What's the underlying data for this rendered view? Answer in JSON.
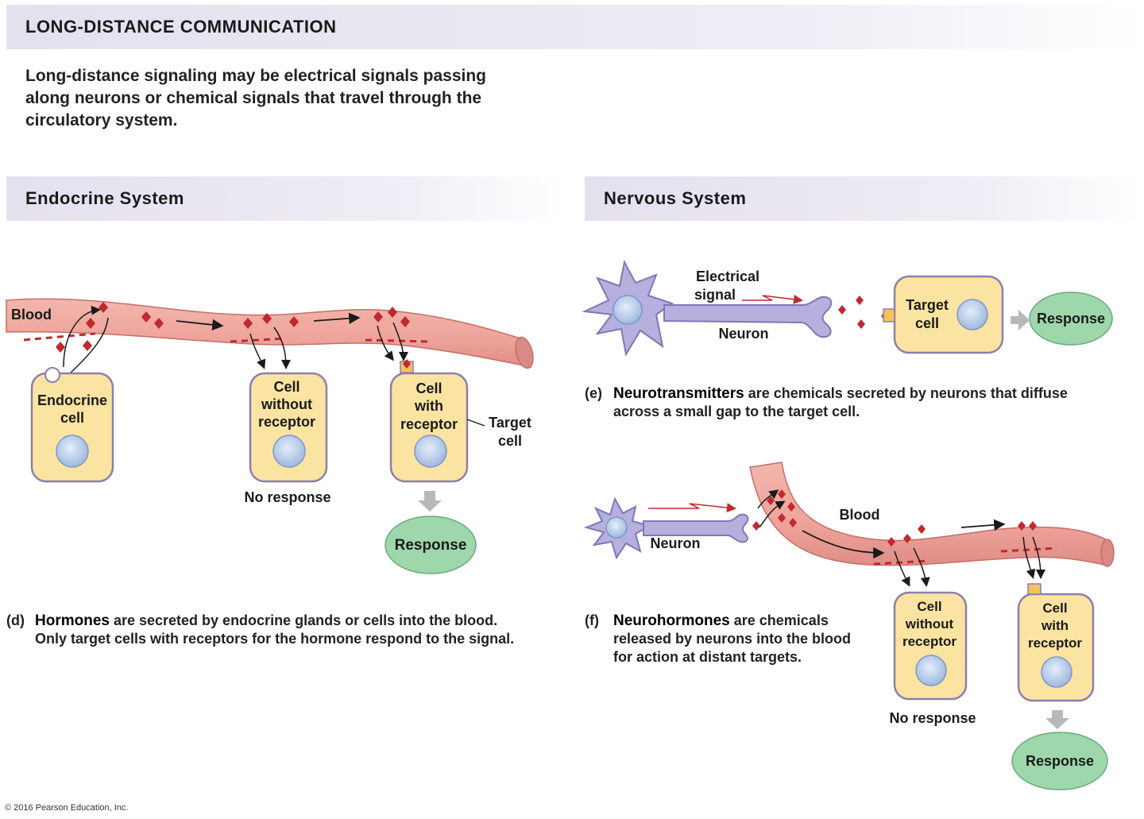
{
  "title": "LONG-DISTANCE  COMMUNICATION",
  "intro_lines": [
    "Long-distance signaling may be electrical signals passing",
    "along neurons or chemical signals that travel through the",
    "circulatory system."
  ],
  "endocrine": {
    "header": "Endocrine System",
    "blood_label": "Blood",
    "endocrine_cell": [
      "Endocrine",
      "cell"
    ],
    "cell_without_receptor": [
      "Cell",
      "without",
      "receptor"
    ],
    "cell_with_receptor": [
      "Cell",
      "with",
      "receptor"
    ],
    "target_cell": [
      "Target",
      "cell"
    ],
    "no_response": "No response",
    "response": "Response",
    "caption_label": "(d)",
    "caption_term": "Hormones",
    "caption_rest": " are secreted by endocrine glands or cells into the blood.",
    "caption_line2": "Only target cells with receptors for the hormone respond to the signal."
  },
  "nervous": {
    "header": "Nervous System",
    "electrical_signal": [
      "Electrical",
      "signal"
    ],
    "neuron_label": "Neuron",
    "target_cell": [
      "Target",
      "cell"
    ],
    "response": "Response",
    "caption_e_label": "(e)",
    "caption_e_term": "Neurotransmitters",
    "caption_e_rest": " are chemicals secreted by neurons that diffuse",
    "caption_e_line2": "across a small gap to the target cell.",
    "neuron2_label": "Neuron",
    "blood_label": "Blood",
    "cell_without_receptor": [
      "Cell",
      "without",
      "receptor"
    ],
    "cell_with_receptor": [
      "Cell",
      "with",
      "receptor"
    ],
    "no_response": "No response",
    "response2": "Response",
    "caption_f_label": "(f)",
    "caption_f_term": "Neurohormones",
    "caption_f_rest": " are chemicals",
    "caption_f_line2": "released by neurons into the blood",
    "caption_f_line3": "for action at distant targets."
  },
  "copyright": "© 2016 Pearson Education, Inc.",
  "colors": {
    "header_bg": "#e4e0ee",
    "blood": "#eea39a",
    "blood_edge": "#c46f68",
    "cell_fill": "#fbe3a1",
    "cell_edge": "#8b7fae",
    "nucleus": "#bcd0ec",
    "neuron": "#b5b0dd",
    "signal_molecule": "#c0292e",
    "response": "#9fd7ac"
  }
}
